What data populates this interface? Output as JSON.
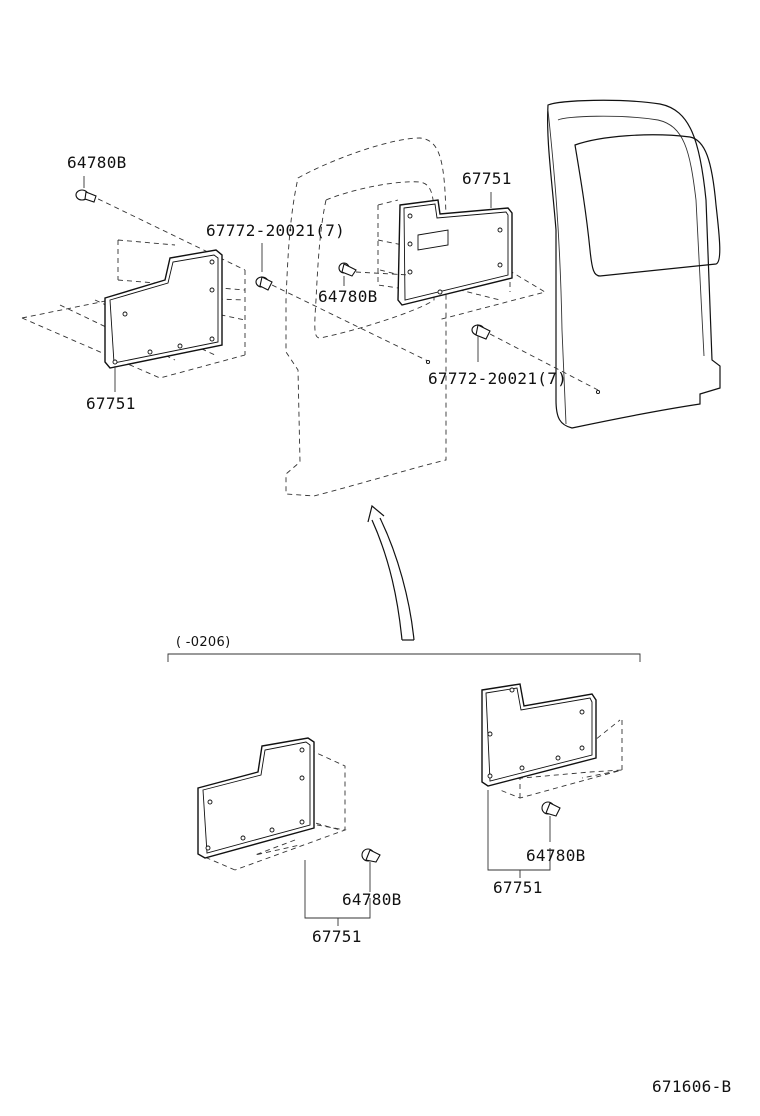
{
  "callouts": {
    "clip_top_left": "64780B",
    "panel_left": "67751",
    "pin_left": "67772-20021(7)",
    "clip_middle": "64780B",
    "panel_right": "67751",
    "pin_right": "67772-20021(7)",
    "bottom_clip_a": "64780B",
    "bottom_panel_a": "67751",
    "bottom_clip_b": "64780B",
    "bottom_panel_b": "67751"
  },
  "variant_note": "(      -0206)",
  "diagram_code": "671606-B"
}
